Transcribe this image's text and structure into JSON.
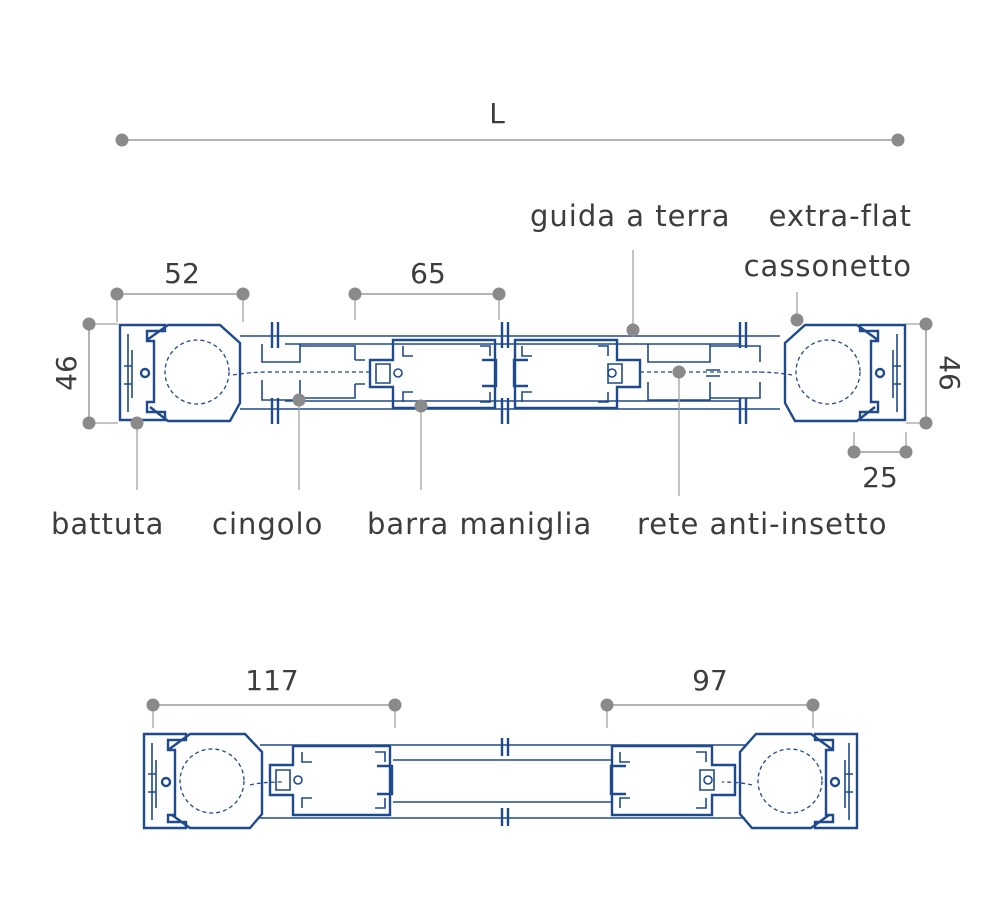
{
  "top_section": {
    "overall_dim": "L",
    "dims": {
      "left_width": "52",
      "center_width": "65",
      "left_height": "46",
      "right_height": "46",
      "right_width": "25"
    },
    "labels": {
      "guida_a_terra": "guida a terra",
      "extra_flat": "extra-flat",
      "cassonetto": "cassonetto",
      "battuta": "battuta",
      "cingolo": "cingolo",
      "barra_maniglia": "barra maniglia",
      "rete_anti_insetto": "rete anti-insetto"
    }
  },
  "bottom_section": {
    "dims": {
      "left_width": "117",
      "right_width": "97"
    }
  },
  "colors": {
    "profile": "#1f4a8c",
    "dimension_line": "#9a9a9a",
    "dimension_dot": "#8a8a8a",
    "text": "#3d3d3d"
  }
}
